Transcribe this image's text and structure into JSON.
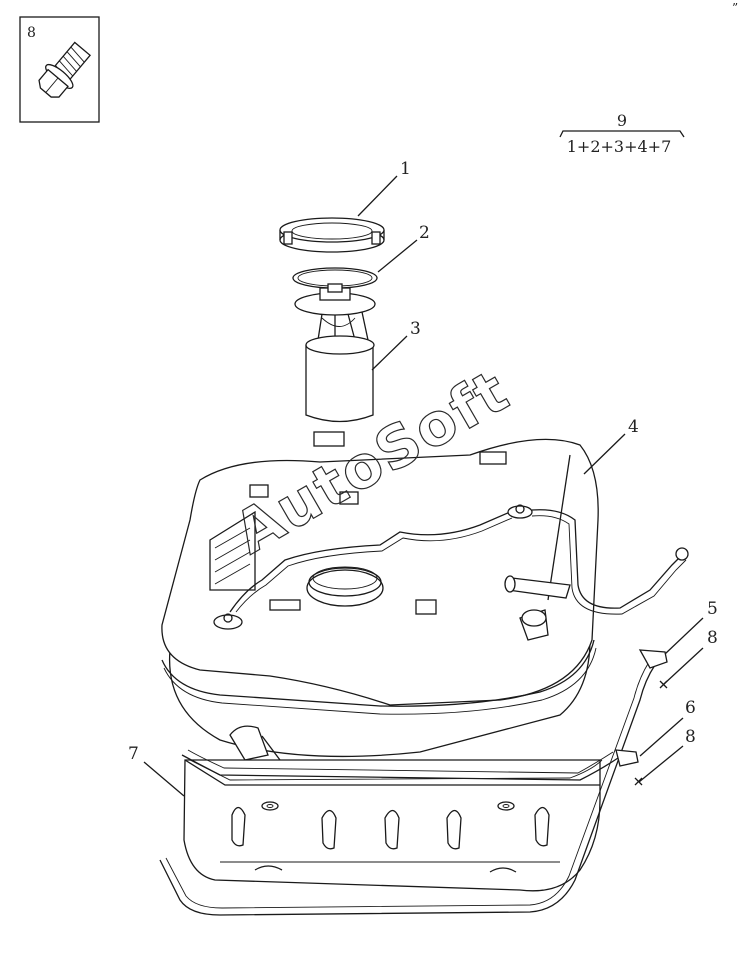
{
  "diagram": {
    "inset_label": "8",
    "callouts": {
      "c1": "1",
      "c2": "2",
      "c3": "3",
      "c4": "4",
      "c5": "5",
      "c6": "6",
      "c7": "7",
      "c8a": "8",
      "c8b": "8"
    },
    "assembly_number": "9",
    "assembly_formula": "1+2+3+4+7",
    "watermark": "AutoSoft",
    "corner_mark": "”"
  }
}
